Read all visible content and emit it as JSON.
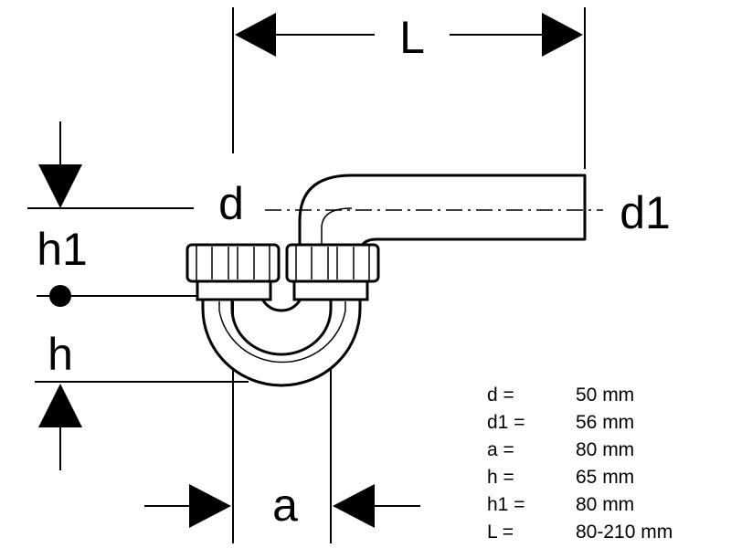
{
  "labels": {
    "L": "L",
    "d": "d",
    "d1": "d1",
    "h1": "h1",
    "h": "h",
    "a": "a"
  },
  "specs": [
    {
      "key": "d =",
      "value": "50 mm"
    },
    {
      "key": "d1 =",
      "value": "56 mm"
    },
    {
      "key": "a =",
      "value": "80 mm"
    },
    {
      "key": "h =",
      "value": "65 mm"
    },
    {
      "key": "h1 =",
      "value": "80 mm"
    },
    {
      "key": "L =",
      "value": "80-210 mm"
    }
  ],
  "colors": {
    "line": "#000000",
    "fill": "#ffffff"
  }
}
